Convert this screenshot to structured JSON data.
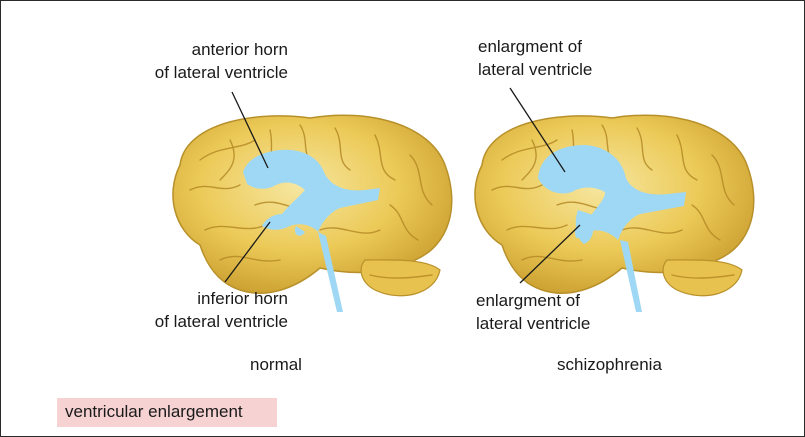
{
  "panels": {
    "normal": {
      "caption": "normal",
      "top_label": [
        "anterior horn",
        "of lateral ventricle"
      ],
      "bottom_label": [
        "inferior horn",
        "of lateral ventricle"
      ]
    },
    "schizophrenia": {
      "caption": "schizophrenia",
      "top_label": [
        "enlargment of",
        "lateral ventricle"
      ],
      "bottom_label": [
        "enlargment of",
        "lateral ventricle"
      ]
    }
  },
  "tag": "ventricular enlargement",
  "colors": {
    "brain": "#e6c24a",
    "brain_light": "#f4e08c",
    "brain_dark": "#b8902a",
    "ventricle": "#9fd8f4",
    "tag_background": "#f7d2d2"
  }
}
